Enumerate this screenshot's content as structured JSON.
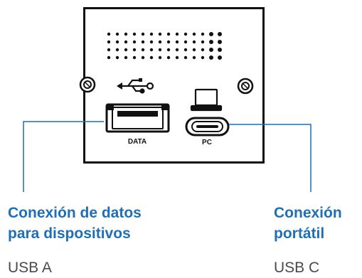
{
  "port_labels": {
    "usb_a": "DATA",
    "usb_c": "PC"
  },
  "callouts": {
    "left": {
      "title_line1": "Conexión de datos",
      "title_line2": "para dispositivos",
      "subtitle": "USB A"
    },
    "right": {
      "title_line1": "Conexión",
      "title_line2": "portátil",
      "subtitle": "USB C"
    }
  },
  "colors": {
    "accent": "#1f6fb8",
    "line": "#1f6fb8",
    "panel_stroke": "#111111",
    "subtitle": "#4a4a4a"
  },
  "icons": [
    "usb-icon",
    "laptop-icon",
    "screw-icon"
  ]
}
